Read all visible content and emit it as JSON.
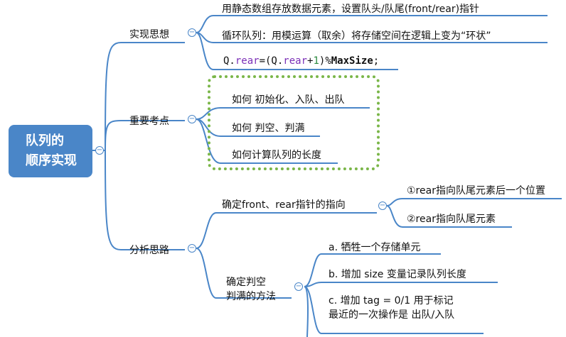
{
  "root": {
    "line1": "队列的",
    "line2": "顺序实现"
  },
  "branches": {
    "impl": {
      "label": "实现思想",
      "items": [
        "用静态数组存放数据元素，设置队头/队尾(front/rear)指针",
        "循环队列：用模运算（取余）将存储空间在逻辑上变为“环状”"
      ],
      "code": {
        "a": "Q.",
        "b": "rear",
        "c": "=(Q.",
        "d": "rear",
        "e": "+",
        "f": "1",
        "g": ")%",
        "h": "MaxSize",
        "i": ";"
      }
    },
    "key": {
      "label": "重要考点",
      "items": [
        "如何 初始化、入队、出队",
        "如何 判空、判满",
        "如何计算队列的长度"
      ]
    },
    "analysis": {
      "label": "分析思路",
      "pointer": {
        "label": "确定front、rear指针的指向",
        "options": [
          "①rear指向队尾元素后一个位置",
          "②rear指向队尾元素"
        ]
      },
      "empty_full": {
        "label_line1": "确定判空",
        "label_line2": "判满的方法",
        "methods": [
          "a. 牺牲一个存储单元",
          "b. 增加 size 变量记录队列长度",
          "c. 增加 tag = 0/1 用于标记",
          "最近的一次操作是 出队/入队"
        ]
      }
    }
  },
  "colors": {
    "line": "#4a86c8",
    "root_bg": "#4a86c8",
    "dashed": "#7ab648"
  },
  "icons": {
    "collapse": "minus-circle-icon"
  }
}
